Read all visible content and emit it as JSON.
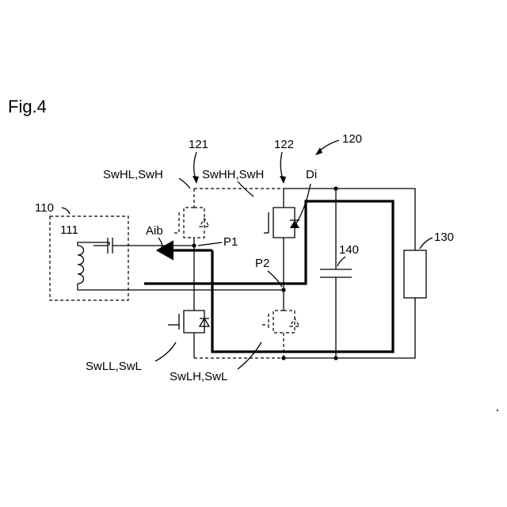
{
  "figure": {
    "title": "Fig.4",
    "labels": {
      "ref_120": "120",
      "ref_121": "121",
      "ref_122": "122",
      "swhl": "SwHL,SwH",
      "swhh": "SwHH,SwH",
      "di": "Di",
      "ref_110": "110",
      "ref_111": "111",
      "aib": "Aib",
      "p1": "P1",
      "p2": "P2",
      "ref_140": "140",
      "ref_130": "130",
      "swll": "SwLL,SwL",
      "swlh": "SwLH,SwL"
    }
  }
}
